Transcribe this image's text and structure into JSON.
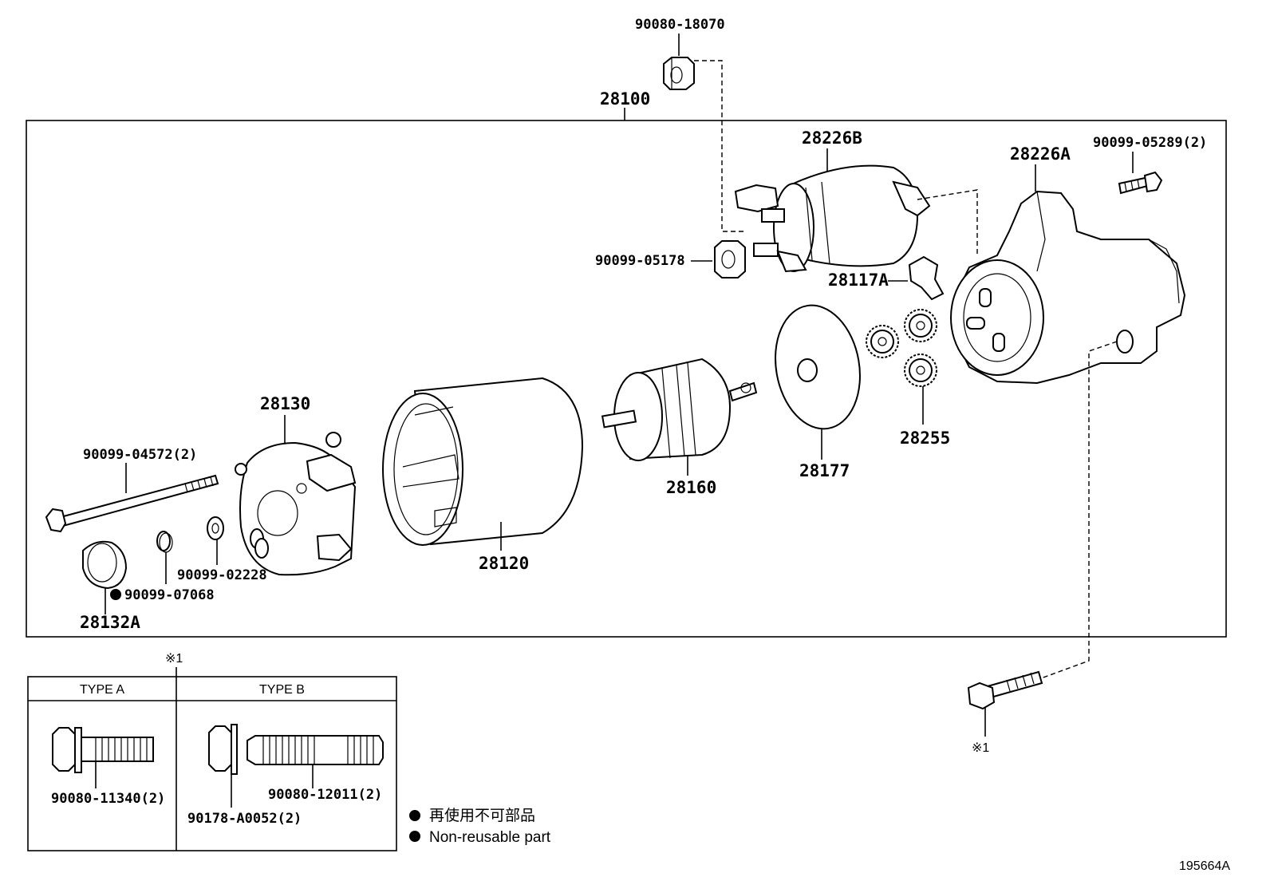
{
  "parts": {
    "p_28100": "28100",
    "p_90080_18070": "90080-18070",
    "p_28226B": "28226B",
    "p_28226A": "28226A",
    "p_90099_05289": "90099-05289(2)",
    "p_90099_05178": "90099-05178",
    "p_28117A": "28117A",
    "p_28130": "28130",
    "p_90099_04572": "90099-04572(2)",
    "p_28120": "28120",
    "p_28160": "28160",
    "p_28177": "28177",
    "p_28255": "28255",
    "p_90099_02228": "90099-02228",
    "p_90099_07068": "90099-07068",
    "p_28132A": "28132A",
    "p_note1_top": "※1",
    "p_note1_bolt": "※1",
    "p_90080_11340": "90080-11340(2)",
    "p_90080_12011": "90080-12011(2)",
    "p_90178_A0052": "90178-A0052(2)"
  },
  "types": {
    "type_a": "TYPE A",
    "type_b": "TYPE B"
  },
  "legend": {
    "jp": "再使用不可部品",
    "en": "Non-reusable part"
  },
  "figure_id": "195664A"
}
